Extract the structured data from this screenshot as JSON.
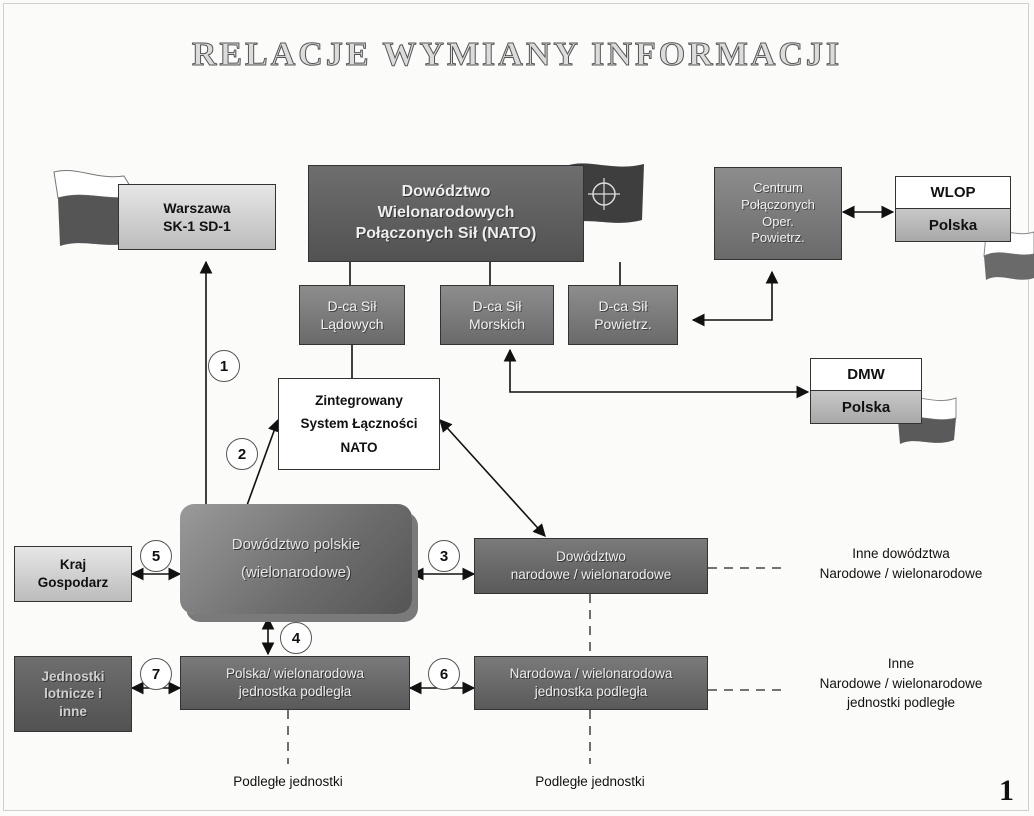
{
  "title": "RELACJE WYMIANY INFORMACJI",
  "page_number": "1",
  "nodes": {
    "warszawa": [
      "Warszawa",
      "SK-1 SD-1"
    ],
    "nato_hq": [
      "Dowództwo",
      "Wielonarodowych",
      "Połączonych Sił (NATO)"
    ],
    "centrum": [
      "Centrum",
      "Połączonych",
      "Oper.",
      "Powietrz."
    ],
    "wlop": [
      "WLOP",
      "Polska"
    ],
    "land": [
      "D-ca Sił",
      "Lądowych"
    ],
    "sea": [
      "D-ca Sił",
      "Morskich"
    ],
    "air": [
      "D-ca Sił",
      "Powietrz."
    ],
    "zintegrowany": [
      "Zintegrowany",
      "System Łączności",
      "NATO"
    ],
    "dmw": [
      "DMW",
      "Polska"
    ],
    "kraj": [
      "Kraj",
      "Gospodarz"
    ],
    "polish_hq": [
      "Dowództwo polskie",
      "(wielonarodowe)"
    ],
    "nat_hq": [
      "Dowództwo",
      "narodowe / wielonarodowe"
    ],
    "jednostki": [
      "Jednostki",
      "lotnicze i",
      "inne"
    ],
    "polska_unit": [
      "Polska/ wielonarodowa",
      "jednostka podległa"
    ],
    "nat_unit": [
      "Narodowa / wielonarodowa",
      "jednostka podległa"
    ]
  },
  "notes": {
    "inne_dow": [
      "Inne dowództwa",
      "Narodowe / wielonarodowe"
    ],
    "inne_jed": [
      "Inne",
      "Narodowe / wielonarodowe",
      "jednostki podległe"
    ],
    "podlegle_left": "Podległe jednostki",
    "podlegle_right": "Podległe jednostki"
  },
  "link_numbers": [
    "1",
    "2",
    "3",
    "4",
    "5",
    "6",
    "7"
  ]
}
